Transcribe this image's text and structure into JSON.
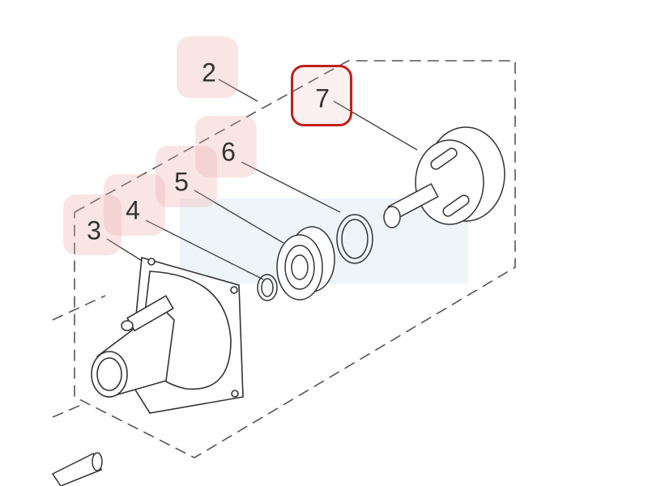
{
  "diagram": {
    "callouts": [
      {
        "id": "2",
        "label": "2",
        "selected": false
      },
      {
        "id": "7",
        "label": "7",
        "selected": true
      },
      {
        "id": "6",
        "label": "6",
        "selected": false
      },
      {
        "id": "5",
        "label": "5",
        "selected": false
      },
      {
        "id": "4",
        "label": "4",
        "selected": false
      },
      {
        "id": "3",
        "label": "3",
        "selected": false
      }
    ],
    "colors": {
      "highlight": "#eeaaaa",
      "selected_border": "#c0201a",
      "line": "#444444"
    }
  }
}
